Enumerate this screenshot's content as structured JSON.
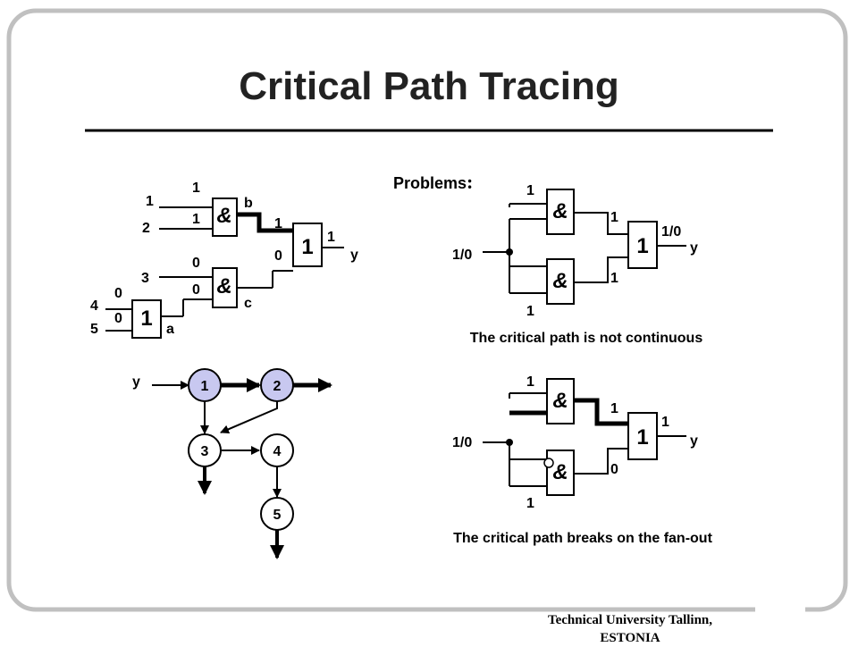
{
  "slide": {
    "title": "Critical Path Tracing",
    "footer_line1": "Technical University Tallinn,",
    "footer_line2": "ESTONIA",
    "accent_color": "#c0c0c0"
  },
  "circuit1": {
    "inputs": {
      "in1": "1",
      "in2": "2",
      "in3": "3",
      "in4": "4",
      "in5": "5"
    },
    "gate_and_top": {
      "symbol": "&",
      "in_a": "1",
      "in_b": "1",
      "out_label": "b"
    },
    "gate_and_bottom": {
      "symbol": "&",
      "in_a": "0",
      "in_b": "0",
      "out_label": "c"
    },
    "gate_or_small": {
      "symbol": "1",
      "in_a": "0",
      "in_b": "0",
      "out_label": "a"
    },
    "gate_or_out": {
      "symbol": "1",
      "in_a": "1",
      "in_b": "0",
      "out_val": "1",
      "out_label": "y"
    }
  },
  "graph": {
    "input_label": "y",
    "nodes": [
      "1",
      "2",
      "3",
      "4",
      "5"
    ],
    "highlight_color": "#c8c8f0"
  },
  "problem1": {
    "heading": "Problems",
    "heading_colon": ":",
    "and_top": {
      "symbol": "&",
      "in_top": "1",
      "out": "1"
    },
    "and_bottom": {
      "symbol": "&",
      "in_bottom": "1",
      "out": "1"
    },
    "fanout_label": "1/0",
    "or_gate": {
      "symbol": "1",
      "out_val": "1/0",
      "out_label": "y"
    },
    "caption": "The critical path is not continuous"
  },
  "problem2": {
    "and_top": {
      "symbol": "&",
      "in_top": "1",
      "out": "1"
    },
    "and_bottom": {
      "symbol": "&",
      "in_bottom": "1",
      "out": "0"
    },
    "fanout_label": "1/0",
    "or_gate": {
      "symbol": "1",
      "out_val": "1",
      "out_label": "y"
    },
    "caption": "The critical path breaks on the fan-out"
  }
}
